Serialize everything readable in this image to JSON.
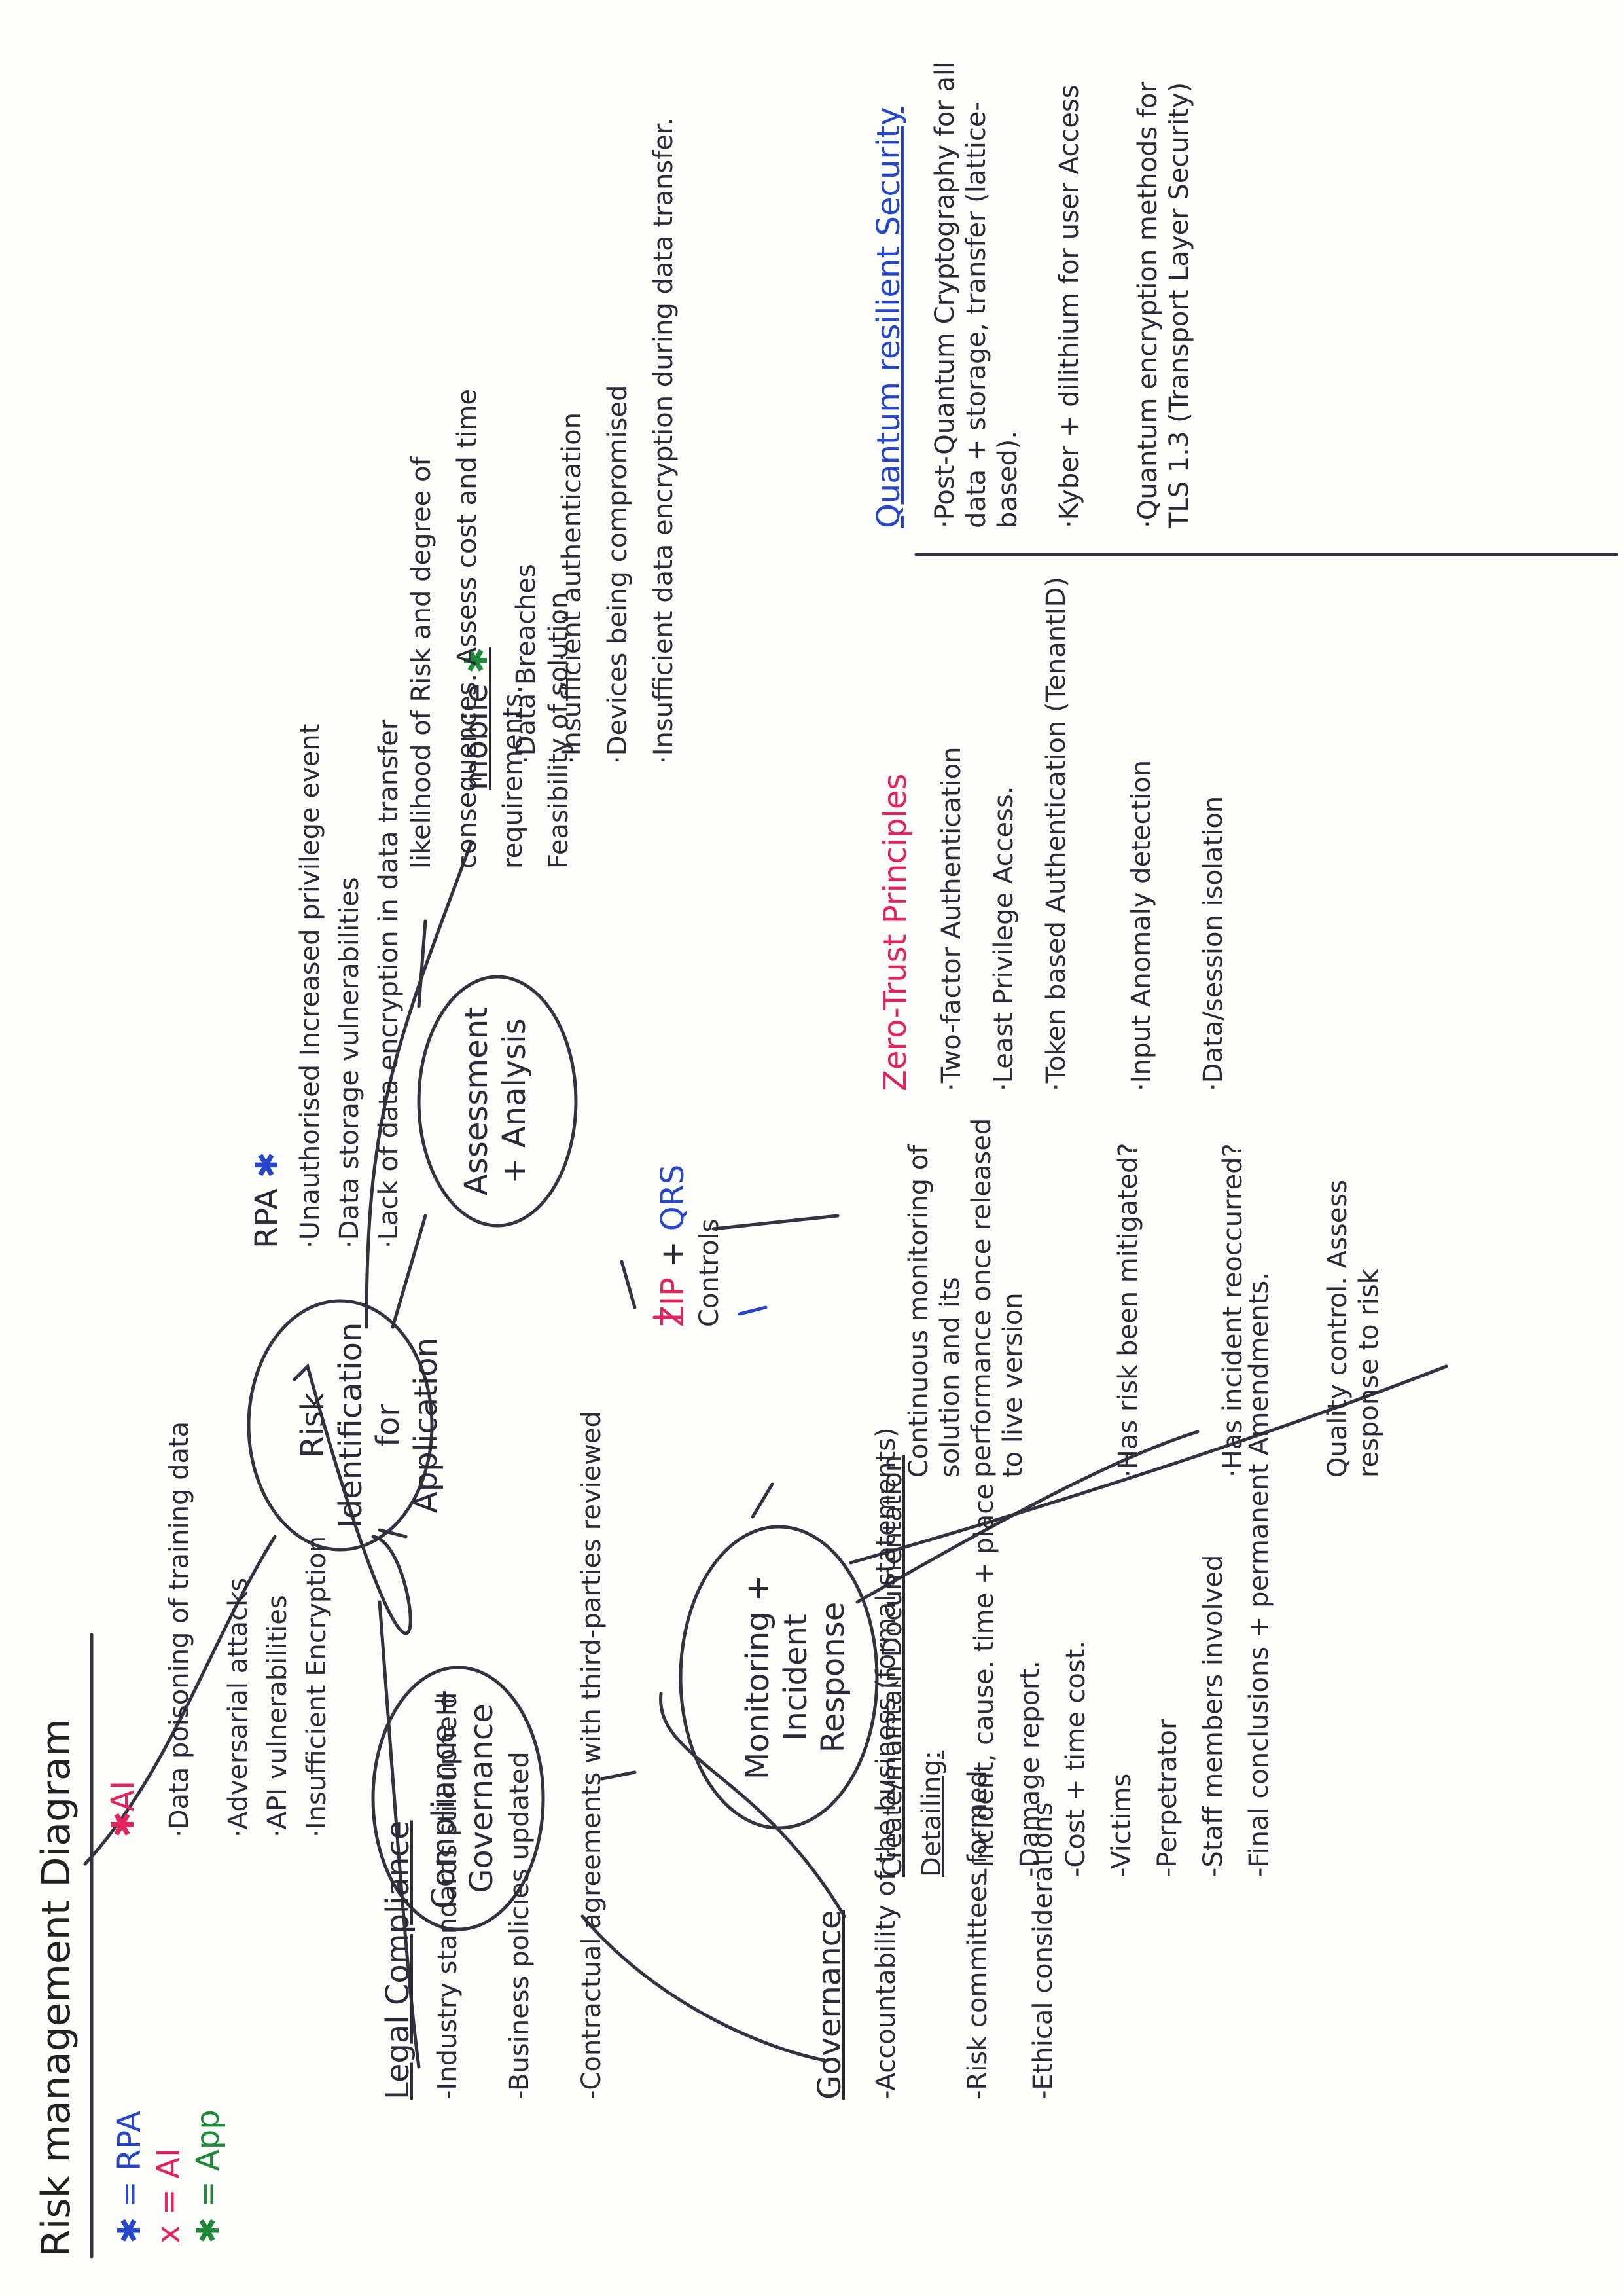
{
  "title": "Risk management Diagram",
  "legend": [
    {
      "symbol": "✱",
      "label": "= RPA",
      "color": "#2747c8"
    },
    {
      "symbol": "x",
      "label": "= AI",
      "color": "#e0245e"
    },
    {
      "symbol": "✱",
      "label": "= App",
      "color": "#1f8a3a"
    }
  ],
  "nodes": {
    "risk_identification": "Risk Identification for Application",
    "assessment": "Assessment + Analysis",
    "controls": "Controls",
    "zip": "ZIP",
    "qrs": "QRS",
    "plus": "+",
    "monitoring": "Monitoring + Incident Response",
    "compliance": "Compliance + Governance"
  },
  "rpa": {
    "title": "RPA",
    "items": [
      "·Unauthorised Increased privilege event",
      "·Data storage vulnerabilities",
      "·Lack of data encryption in data transfer"
    ]
  },
  "mobile": {
    "title": "mobile",
    "items": [
      "·Data Breaches",
      "·Insufficient authentication",
      "·Devices being compromised",
      "·Insufficient data encryption during data transfer."
    ]
  },
  "ai": {
    "title": "AI",
    "items": [
      "·Data poisoning of training data",
      "·Adversarial attacks",
      "·API vulnerabilities",
      "·Insufficient Encryption"
    ]
  },
  "assessment_notes": [
    "likelihood of Risk and degree of",
    "consequences. Assess cost and time",
    "requirements.",
    "Feasibility of solution"
  ],
  "zero_trust": {
    "title": "Zero-Trust Principles",
    "items": [
      "·Two-factor Authentication",
      "·Least Privilege Access.",
      "·Token based Authentication (TenantID)",
      "·Input Anomaly detection",
      "·Data/session isolation"
    ]
  },
  "quantum": {
    "title": "Quantum resilient Security",
    "items": [
      "·Post-Quantum Cryptography for all data + storage, transfer (lattice-based).",
      "·Kyber + dilithium for user Access",
      "·Quantum encryption methods for TLS 1.3 (Transport Layer Security)"
    ]
  },
  "monitoring_notes": [
    "Continuous monitoring of solution and its performance once released to live version",
    "·Has risk been mitigated?",
    "·Has incident reoccurred?",
    "Quality control. Assess response to risk"
  ],
  "documentation": {
    "title": "Create/maintain Documentation",
    "subtitle": "Detailing:",
    "items": [
      "-Incident, cause. time + place",
      "-Damage report.",
      "-Cost + time cost.",
      "-Victims",
      "-Perpetrator",
      "-Staff members involved",
      "-Final conclusions + permanent Amendments."
    ]
  },
  "legal": {
    "title": "Legal Compliance",
    "items": [
      "-Industry standards still upheld",
      "-Business policies updated",
      "-Contractual agreements with third-parties reviewed"
    ]
  },
  "governance": {
    "title": "Governance",
    "items": [
      "-Accountability of the business (formal statements)",
      "-Risk committees formed",
      "-Ethical considerations"
    ]
  }
}
